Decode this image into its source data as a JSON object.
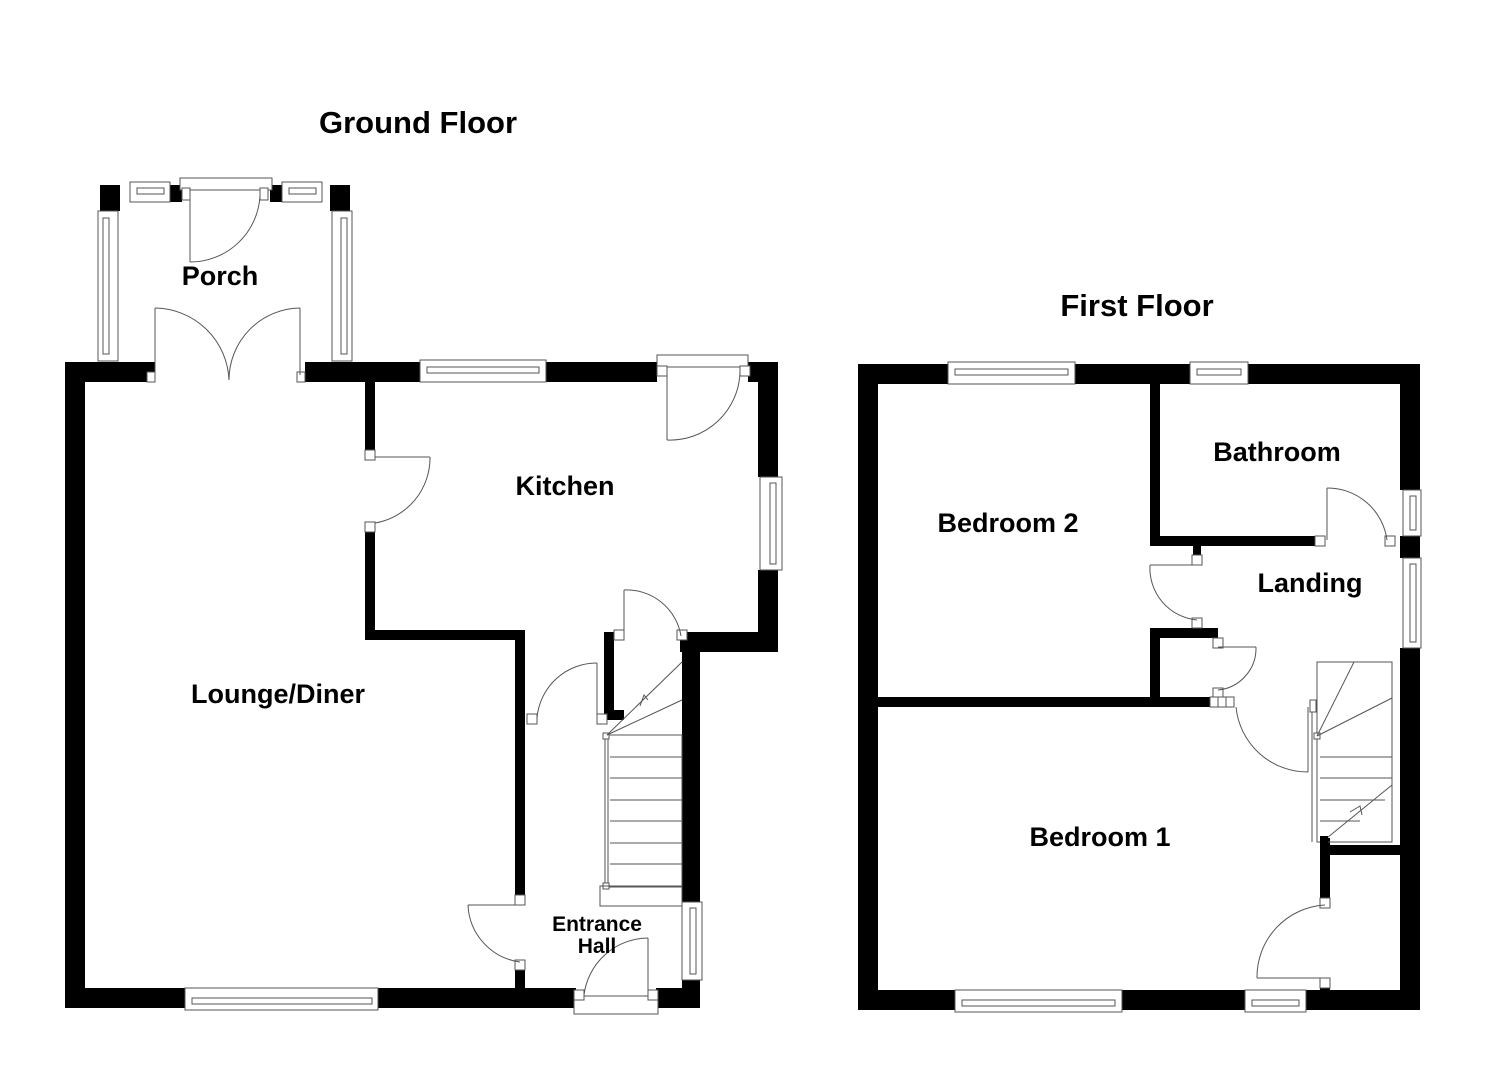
{
  "floors": [
    {
      "title": "Ground Floor",
      "rooms": [
        {
          "name": "Porch"
        },
        {
          "name": "Kitchen"
        },
        {
          "name": "Lounge/Diner"
        },
        {
          "name": "Entrance"
        },
        {
          "name": "Hall"
        }
      ]
    },
    {
      "title": "First Floor",
      "rooms": [
        {
          "name": "Bedroom 2"
        },
        {
          "name": "Bathroom"
        },
        {
          "name": "Landing"
        },
        {
          "name": "Bedroom 1"
        }
      ]
    }
  ],
  "colors": {
    "wall": "#000000",
    "line": "#555555",
    "background": "#ffffff"
  }
}
